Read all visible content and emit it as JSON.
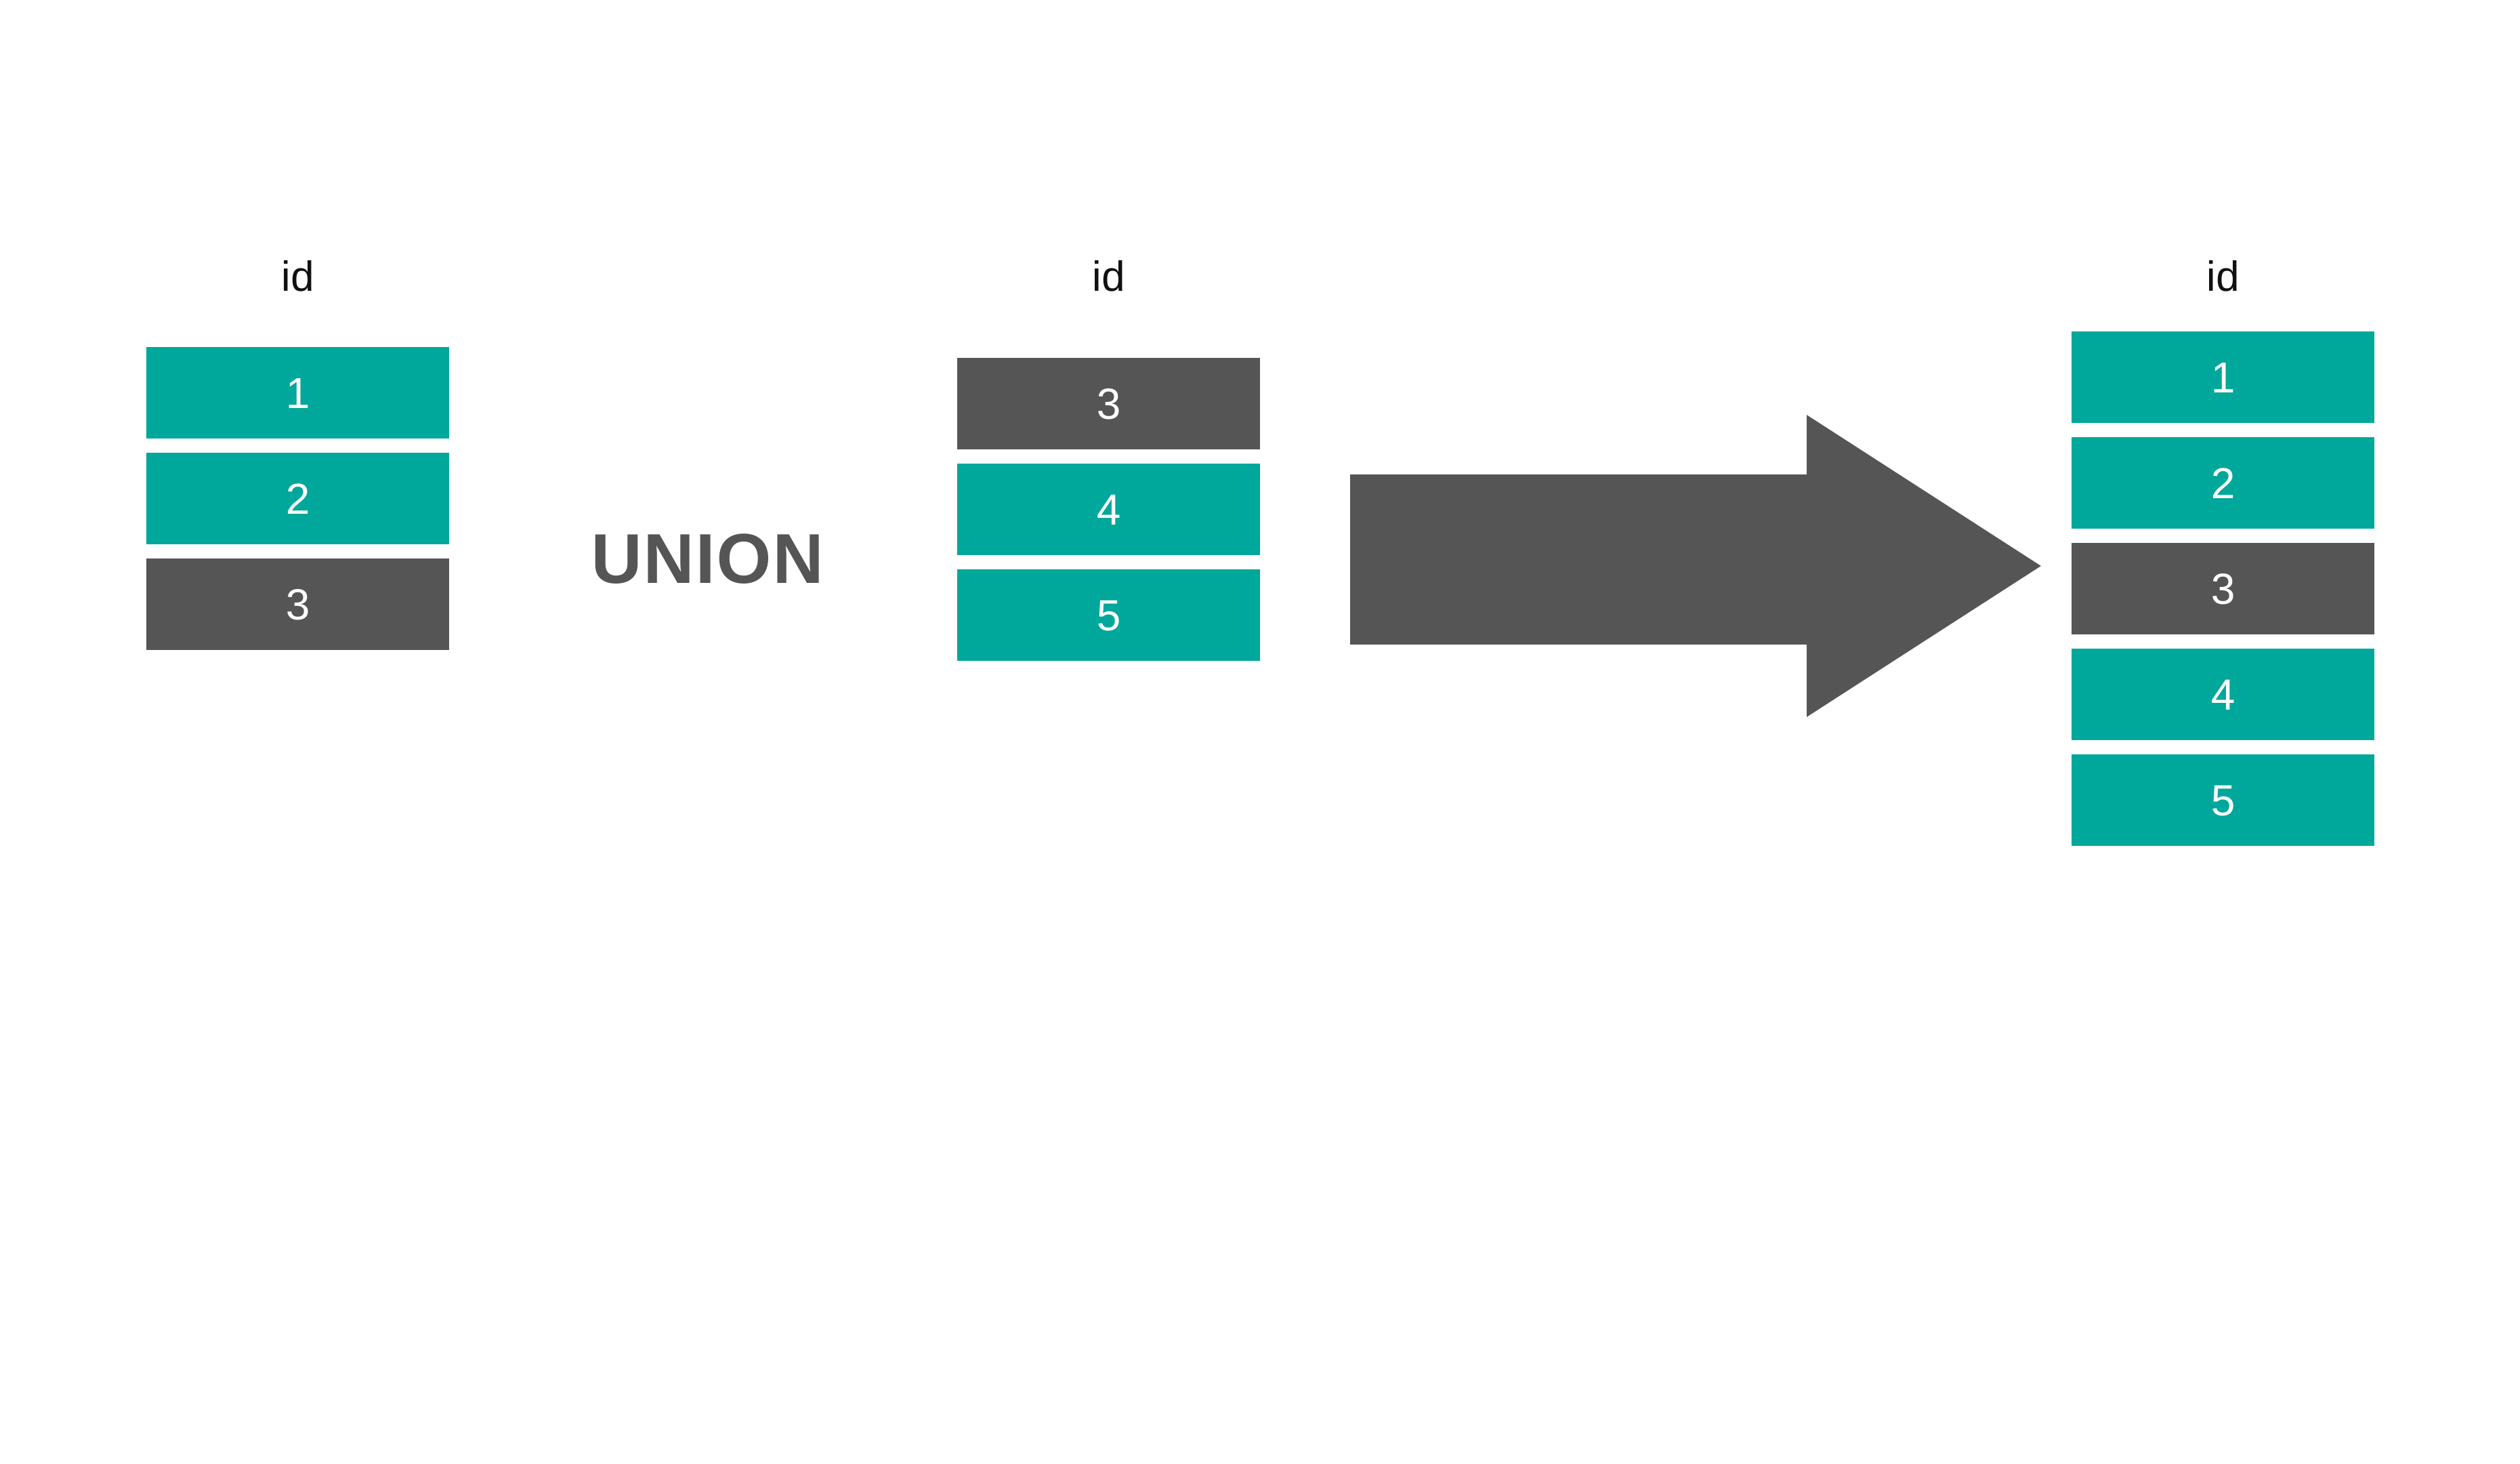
{
  "diagram": {
    "type": "sql-set-operation",
    "operator_label": "UNION",
    "accent_color": "#00a79b",
    "neutral_color": "#555555",
    "background_color": "#ffffff",
    "text_on_fill_color": "#ffffff",
    "header_text_color": "#111111",
    "arrow": {
      "name": "result-arrow",
      "direction": "right",
      "color": "#555555"
    },
    "tables": [
      {
        "name": "left-operand",
        "header": "id",
        "rows": [
          {
            "value": "1",
            "fill": "teal"
          },
          {
            "value": "2",
            "fill": "teal"
          },
          {
            "value": "3",
            "fill": "gray"
          }
        ]
      },
      {
        "name": "right-operand",
        "header": "id",
        "rows": [
          {
            "value": "3",
            "fill": "gray"
          },
          {
            "value": "4",
            "fill": "teal"
          },
          {
            "value": "5",
            "fill": "teal"
          }
        ]
      },
      {
        "name": "result",
        "header": "id",
        "rows": [
          {
            "value": "1",
            "fill": "teal"
          },
          {
            "value": "2",
            "fill": "teal"
          },
          {
            "value": "3",
            "fill": "gray"
          },
          {
            "value": "4",
            "fill": "teal"
          },
          {
            "value": "5",
            "fill": "teal"
          }
        ]
      }
    ]
  }
}
